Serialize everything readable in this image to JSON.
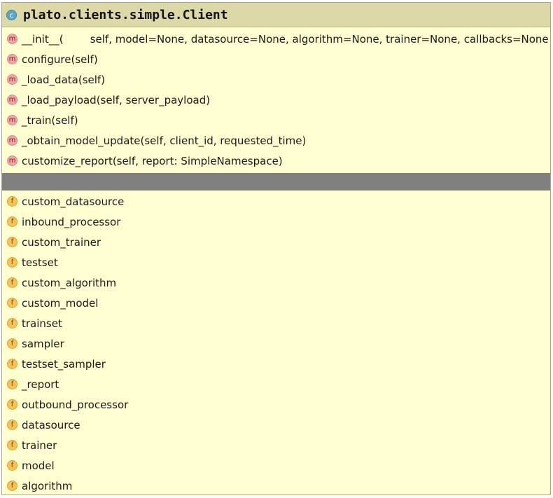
{
  "class": {
    "icon_letter": "c",
    "name": "plato.clients.simple.Client"
  },
  "methods": [
    {
      "icon_letter": "m",
      "signature": "__init__(        self, model=None, datasource=None, algorithm=None, trainer=None, callbacks=None    )"
    },
    {
      "icon_letter": "m",
      "signature": "configure(self)"
    },
    {
      "icon_letter": "m",
      "signature": "_load_data(self)"
    },
    {
      "icon_letter": "m",
      "signature": "_load_payload(self, server_payload)"
    },
    {
      "icon_letter": "m",
      "signature": "_train(self)"
    },
    {
      "icon_letter": "m",
      "signature": "_obtain_model_update(self, client_id, requested_time)"
    },
    {
      "icon_letter": "m",
      "signature": "customize_report(self, report: SimpleNamespace)"
    }
  ],
  "fields": [
    {
      "icon_letter": "f",
      "name": "custom_datasource"
    },
    {
      "icon_letter": "f",
      "name": "inbound_processor"
    },
    {
      "icon_letter": "f",
      "name": "custom_trainer"
    },
    {
      "icon_letter": "f",
      "name": "testset"
    },
    {
      "icon_letter": "f",
      "name": "custom_algorithm"
    },
    {
      "icon_letter": "f",
      "name": "custom_model"
    },
    {
      "icon_letter": "f",
      "name": "trainset"
    },
    {
      "icon_letter": "f",
      "name": "sampler"
    },
    {
      "icon_letter": "f",
      "name": "testset_sampler"
    },
    {
      "icon_letter": "f",
      "name": "_report"
    },
    {
      "icon_letter": "f",
      "name": "outbound_processor"
    },
    {
      "icon_letter": "f",
      "name": "datasource"
    },
    {
      "icon_letter": "f",
      "name": "trainer"
    },
    {
      "icon_letter": "f",
      "name": "model"
    },
    {
      "icon_letter": "f",
      "name": "algorithm"
    }
  ],
  "colors": {
    "background": "#fefed0",
    "header": "#dcd8a8",
    "separator": "#808080",
    "method_icon": "#f2a3a3",
    "field_icon": "#f6c25a",
    "class_icon": "#5aa7c9"
  }
}
